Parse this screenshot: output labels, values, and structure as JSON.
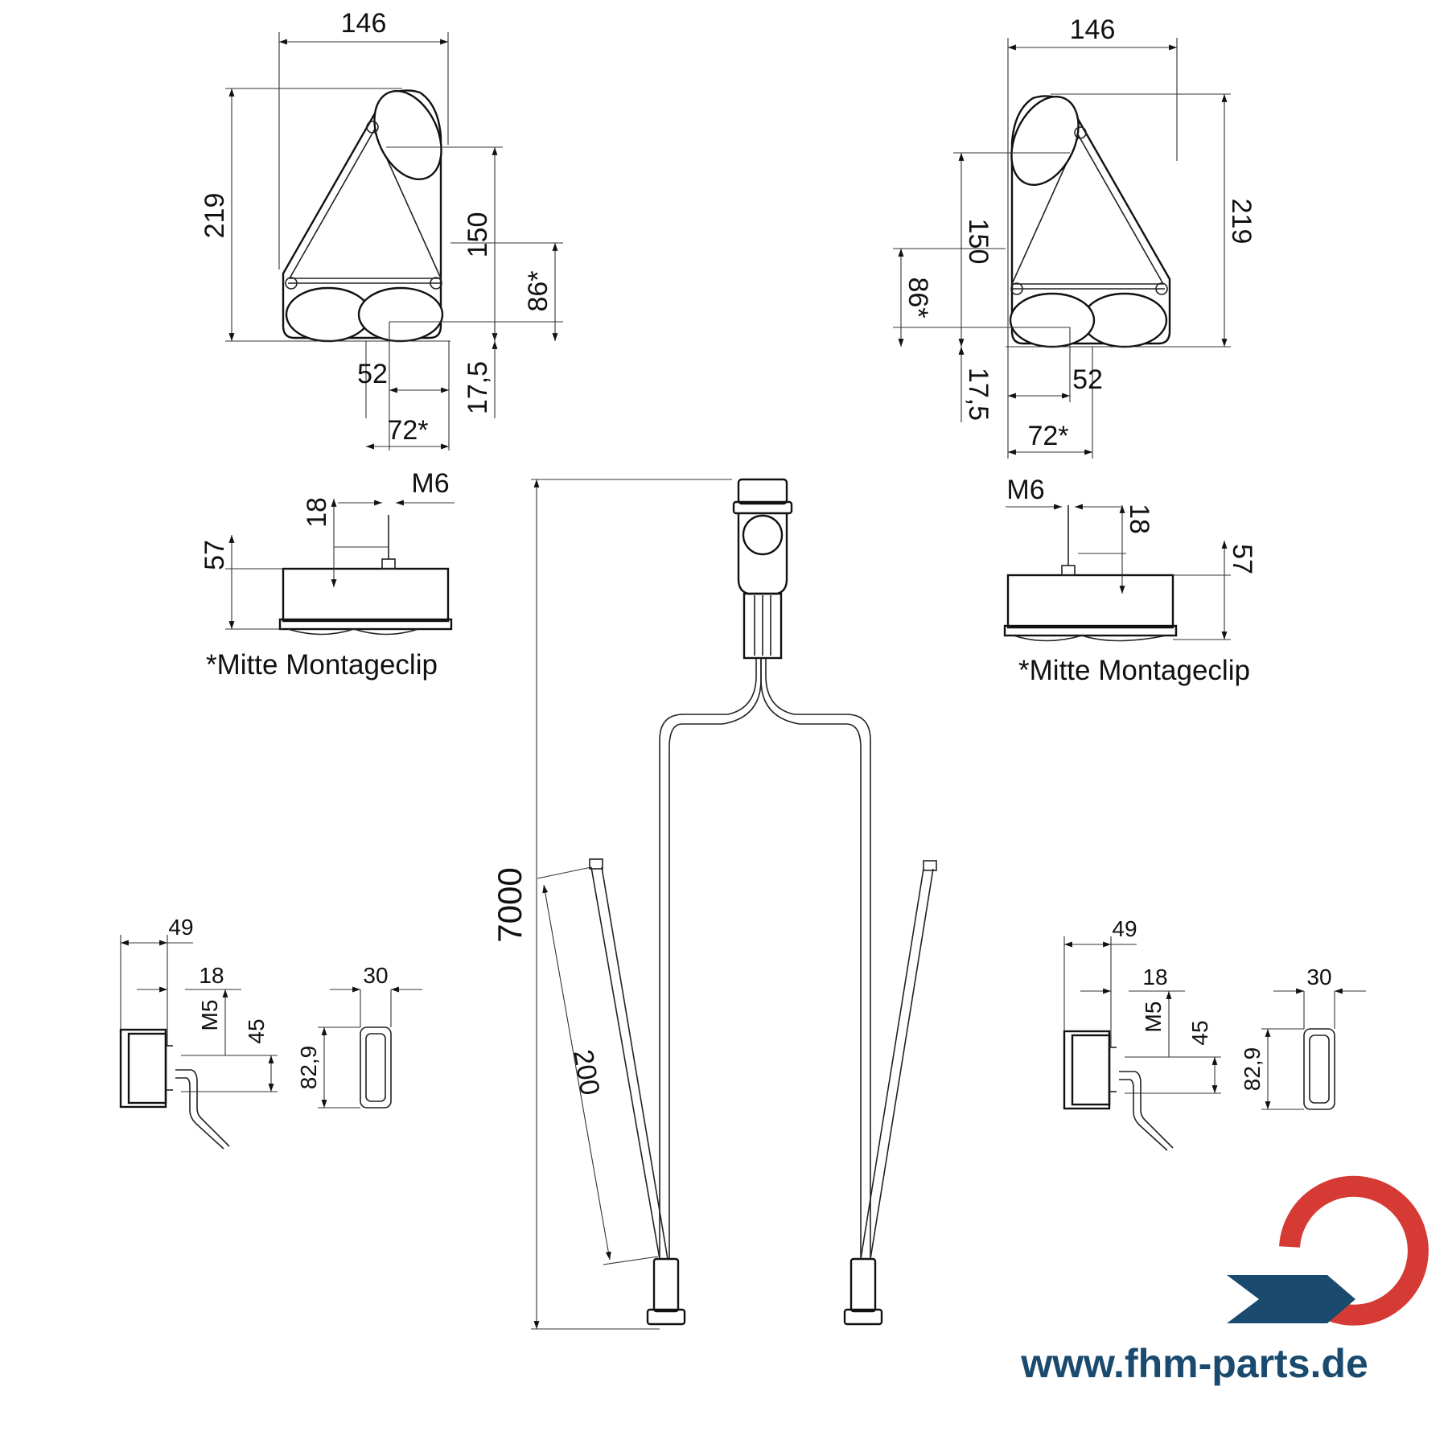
{
  "dims": {
    "width": "146",
    "height": "219",
    "h150": "150",
    "h86": "86*",
    "w52": "52",
    "h17": "17,5",
    "w72": "72*",
    "m6": "M6",
    "d18": "18",
    "d57": "57",
    "cable": "7000",
    "lead": "200",
    "w49": "49",
    "m5": "M5",
    "d45": "45",
    "d829": "82,9",
    "d30": "30"
  },
  "notes": {
    "left": "*Mitte Montageclip",
    "right": "*Mitte Montageclip"
  },
  "brand": {
    "url": "www.fhm-parts.de",
    "logo_red": "#d63a34",
    "logo_blue": "#1a4a6e"
  }
}
